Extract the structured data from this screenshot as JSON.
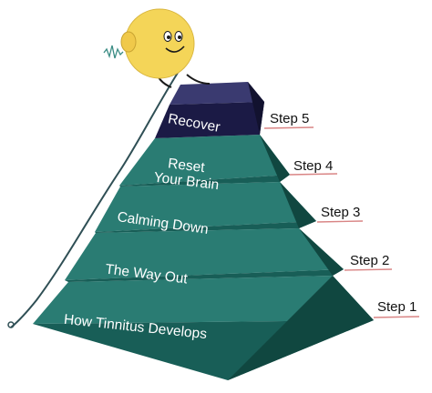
{
  "diagram": {
    "tiers": [
      {
        "step": "Step 1",
        "label_lines": [
          "How Tinnitus Develops"
        ]
      },
      {
        "step": "Step 2",
        "label_lines": [
          "The Way Out"
        ]
      },
      {
        "step": "Step 3",
        "label_lines": [
          "Calming Down"
        ]
      },
      {
        "step": "Step 4",
        "label_lines": [
          "Reset",
          "Your Brain"
        ]
      },
      {
        "step": "Step 5",
        "label_lines": [
          "Recover"
        ]
      }
    ],
    "colors": {
      "tier_front": "#185e57",
      "tier_top": "#2a7c73",
      "tier_right": "#104740",
      "cap_front": "#1b1a45",
      "cap_top": "#3a3a70",
      "cap_right": "#12122f",
      "step_line": "#d98585",
      "character": "#f4d558",
      "rope": "#2f4f55"
    },
    "character": "smiling-sun-climber"
  }
}
